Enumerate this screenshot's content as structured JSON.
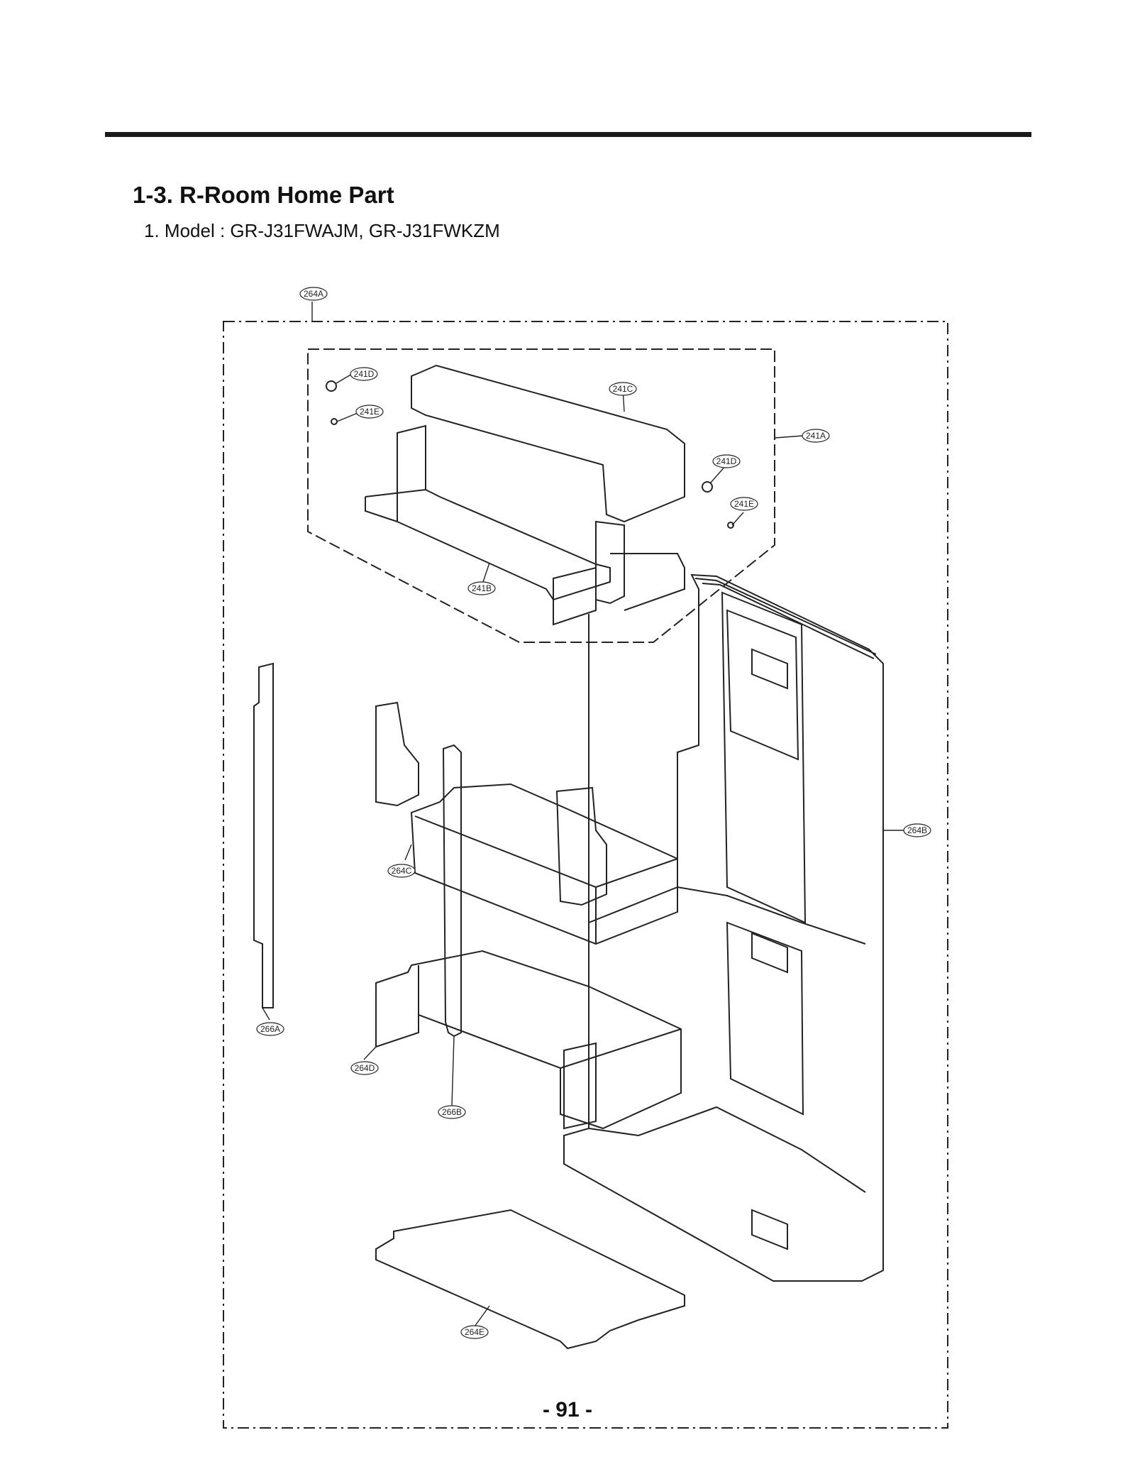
{
  "section": {
    "title": "1-3. R-Room Home Part",
    "model_line": "1. Model : GR-J31FWAJM, GR-J31FWKZM"
  },
  "labels": {
    "l264A": "264A",
    "l241D_top": "241D",
    "l241E_top": "241E",
    "l241C": "241C",
    "l241A": "241A",
    "l241D_right": "241D",
    "l241E_right": "241E",
    "l241B": "241B",
    "l264B": "264B",
    "l264C": "264C",
    "l266A": "266A",
    "l264D": "264D",
    "l266B": "266B",
    "l264E": "264E"
  },
  "footer": {
    "page_number": "- 91 -"
  }
}
